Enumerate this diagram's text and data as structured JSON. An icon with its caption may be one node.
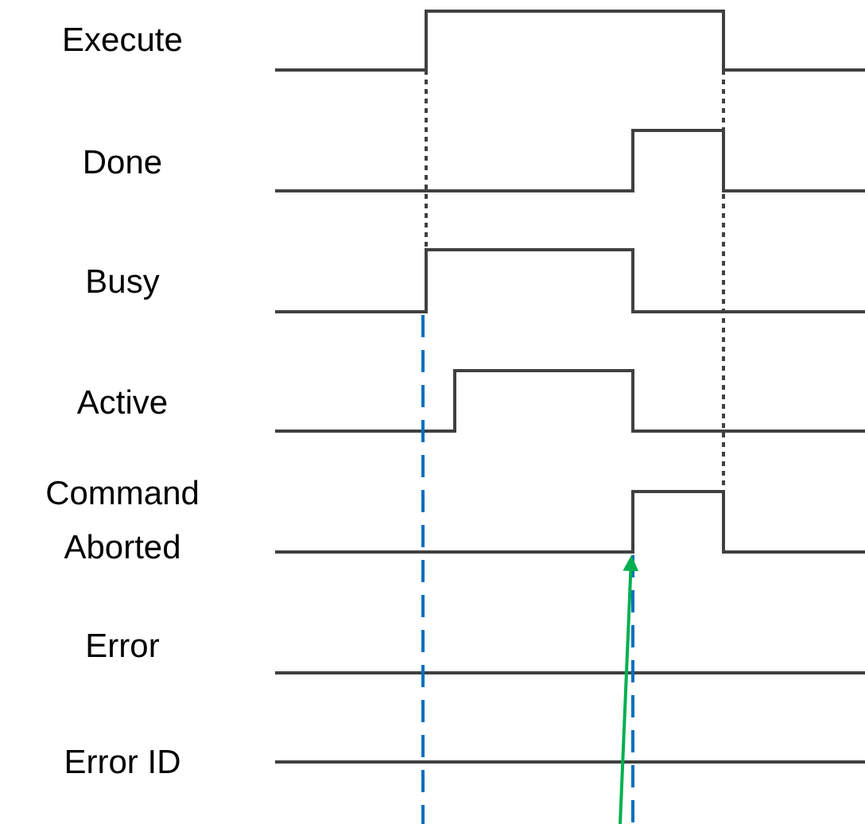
{
  "diagram": {
    "labels": [
      "Execute",
      "Done",
      "Busy",
      "Active",
      "Command Aborted",
      "Error",
      "Error ID"
    ]
  }
}
